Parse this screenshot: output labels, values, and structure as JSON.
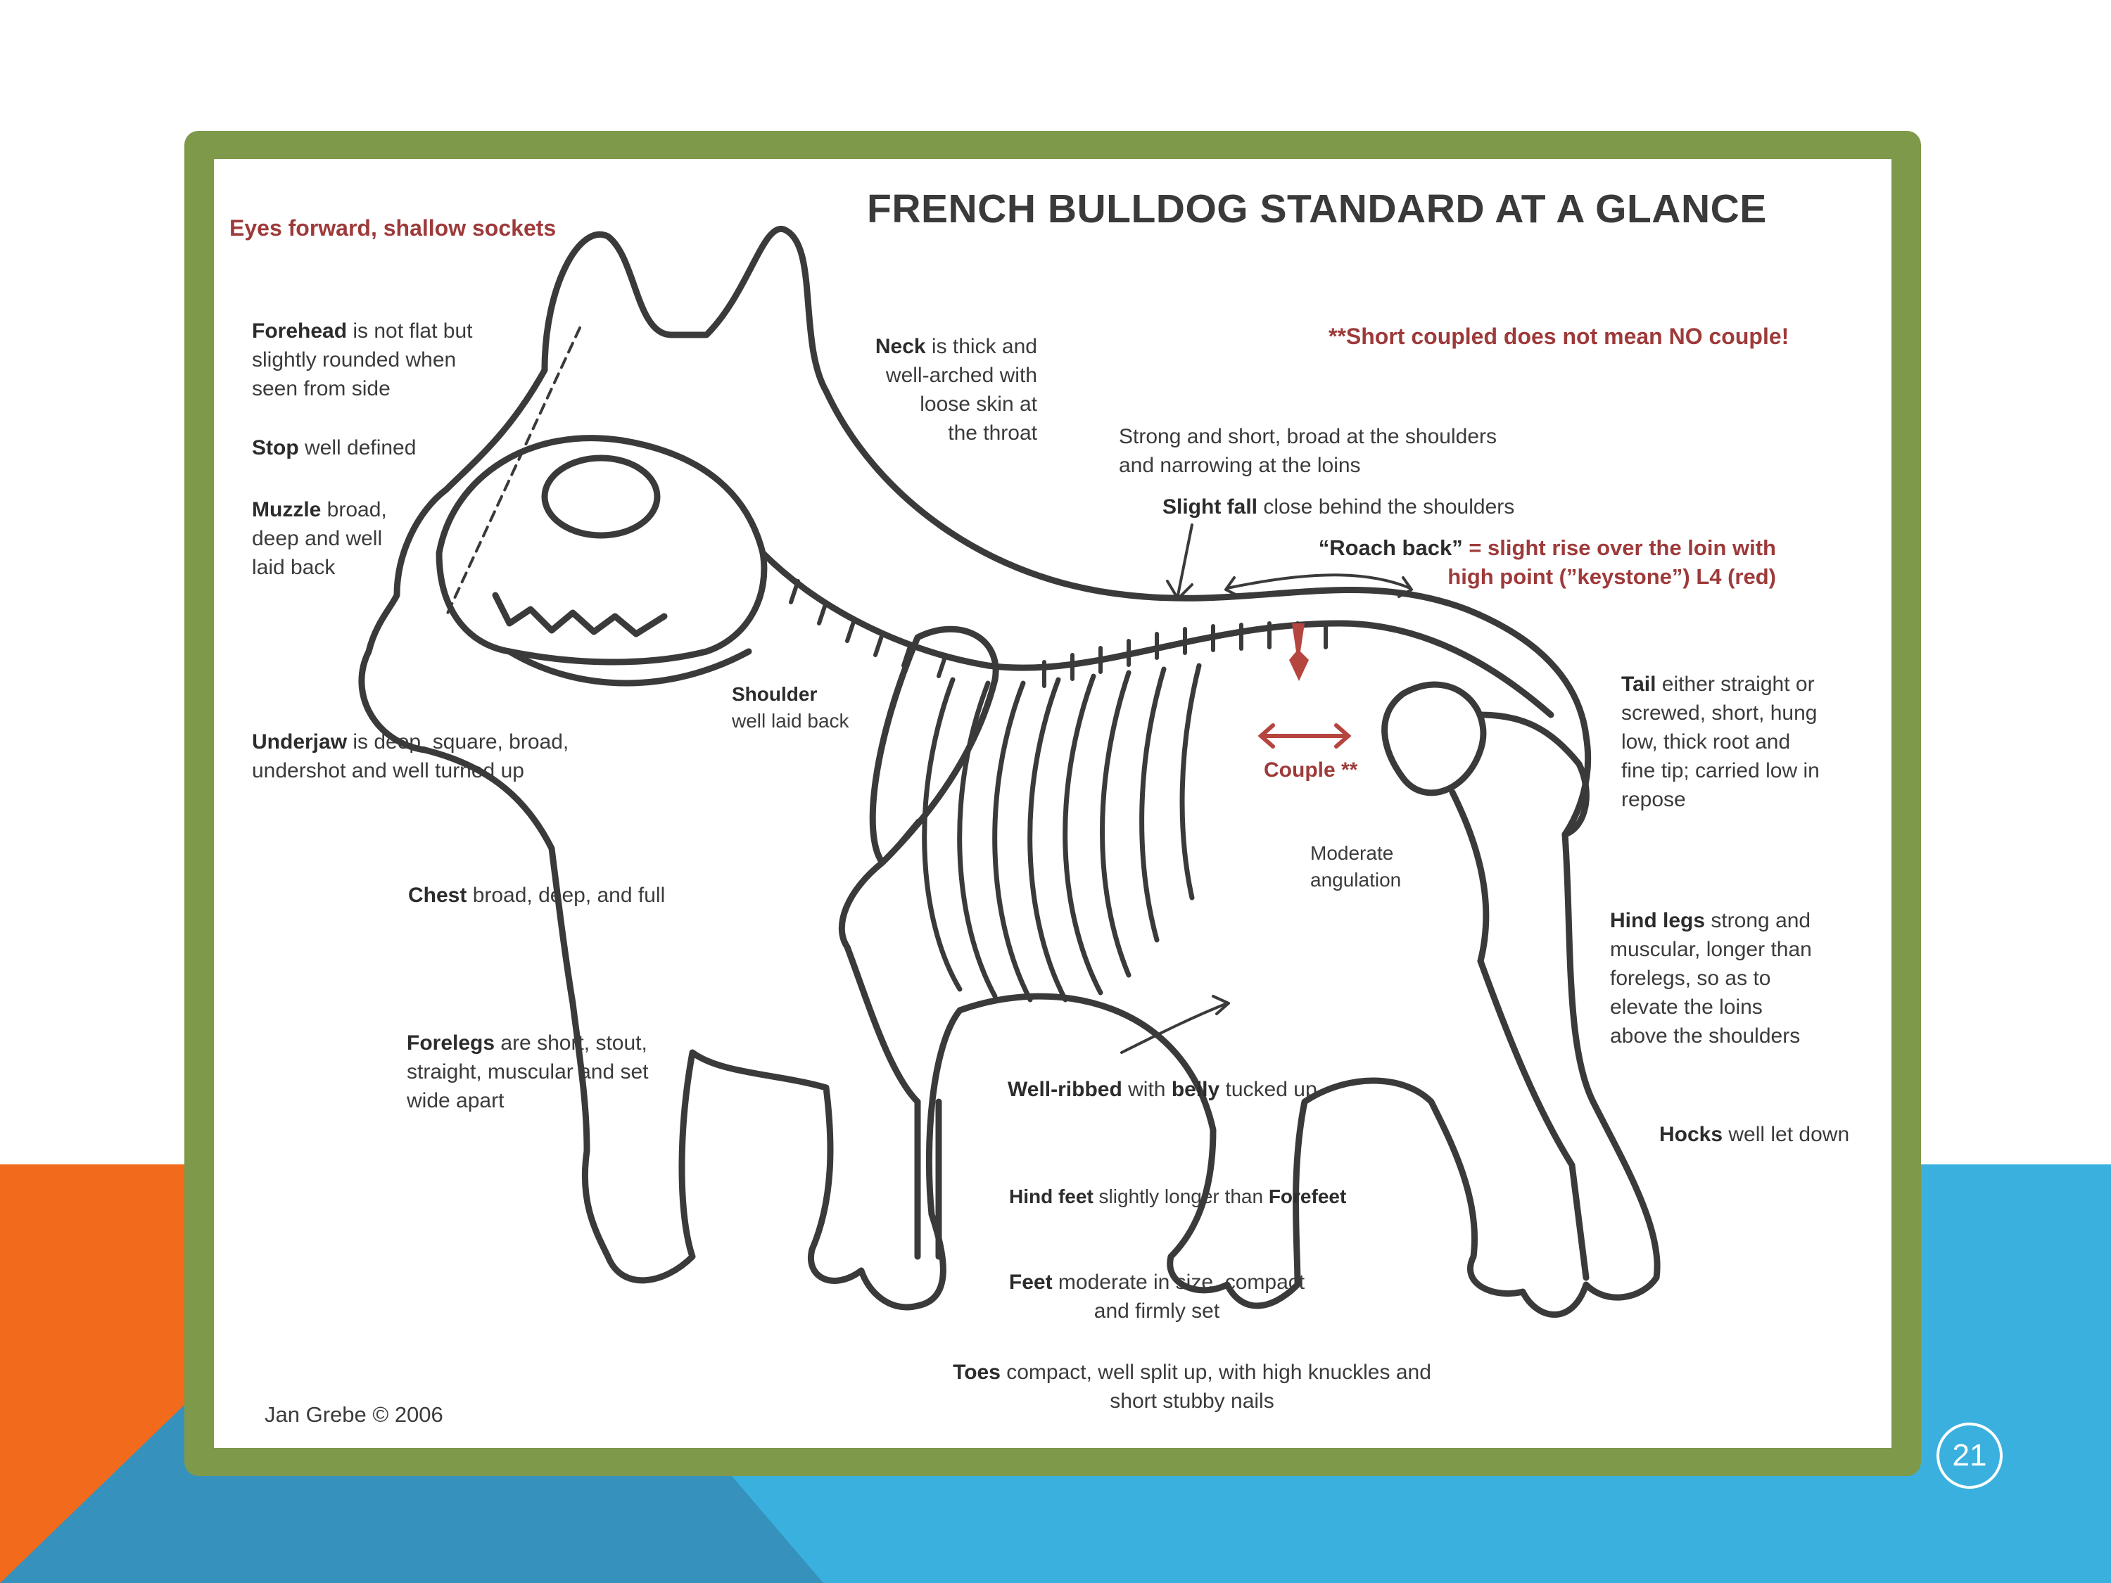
{
  "slide": {
    "page_number": "21",
    "colors": {
      "frame": "#7f994a",
      "orange": "#f26a1b",
      "blue_light": "#3ab0de",
      "blue_dark": "#3692bc",
      "accent_red": "#9e3a3a"
    }
  },
  "figure": {
    "title": "FRENCH BULLDOG STANDARD AT A GLANCE",
    "credit": "Jan Grebe ©  2006",
    "eyes": "Eyes forward, shallow sockets",
    "short_coupled": "**Short coupled does not mean NO couple!",
    "forehead": {
      "term": "Forehead",
      "text": " is not flat but\nslightly rounded when\nseen from side"
    },
    "stop": {
      "term": "Stop",
      "text": " well defined"
    },
    "muzzle": {
      "term": "Muzzle",
      "text": " broad,\ndeep and  well\nlaid back"
    },
    "neck": {
      "term": "Neck",
      "text": " is thick and\nwell-arched with\nloose skin at\nthe throat"
    },
    "back": "Strong and short, broad at the shoulders\nand narrowing at the loins",
    "slight_fall": {
      "term": "Slight fall",
      "text": " close behind the shoulders"
    },
    "roach_back": {
      "term": "“Roach back”",
      "text": " = slight rise over the loin with\nhigh point (”keystone”) L4 (red)"
    },
    "shoulder": {
      "term": "Shoulder",
      "text": "well laid back"
    },
    "underjaw": {
      "term": "Underjaw",
      "text": " is deep, square, broad,\nundershot and well turned up"
    },
    "couple": "Couple **",
    "tail": {
      "term": "Tail",
      "text": " either straight or\nscrewed, short, hung\nlow, thick root and\nfine tip; carried low in\nrepose"
    },
    "moderate_angulation": "Moderate\nangulation",
    "chest": {
      "term": "Chest",
      "text": " broad, deep, and full"
    },
    "hind_legs": {
      "term": "Hind legs",
      "text": " strong and\nmuscular, longer than\nforelegs, so as to\nelevate the loins\nabove the shoulders"
    },
    "forelegs": {
      "term": "Forelegs",
      "text": " are short, stout,\nstraight, muscular and set\nwide apart"
    },
    "well_ribbed": {
      "term": "Well-ribbed",
      "mid": " with ",
      "term2": "belly",
      "text": " tucked up"
    },
    "hocks": {
      "term": "Hocks",
      "text": " well let down"
    },
    "hind_feet": {
      "term": "Hind feet",
      "mid": " slightly longer than ",
      "term2": "Forefeet"
    },
    "feet": {
      "term": "Feet",
      "text": " moderate in size, compact\nand firmly set"
    },
    "toes": {
      "term": "Toes",
      "text": " compact, well split up, with high knuckles and\nshort stubby nails"
    }
  }
}
